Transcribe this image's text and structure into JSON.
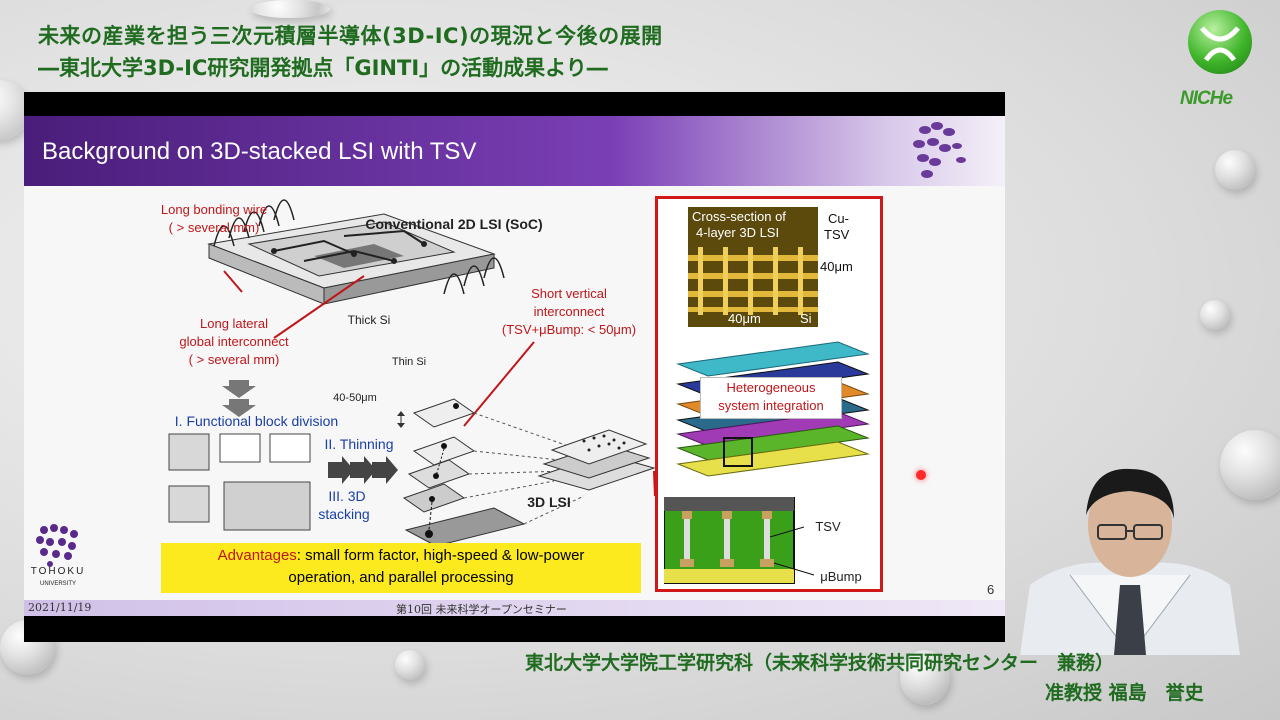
{
  "header": {
    "title": "未来の産業を担う三次元積層半導体(3D-IC)の現況と今後の展開",
    "subtitle": "―東北大学3D-IC研究開発拠点「GINTI」の活動成果より―"
  },
  "logo": {
    "text": "NICHe",
    "icon": "niche-logo-icon"
  },
  "slide": {
    "title": "Background on 3D-stacked LSI with TSV",
    "labels": {
      "long_bonding_wire": "Long bonding wire",
      "several_mm_1": "( > several mm)",
      "conventional": "Conventional 2D LSI (SoC)",
      "thick_si": "Thick Si",
      "long_lateral": "Long lateral",
      "global_interconnect": "global interconnect",
      "several_mm_2": "( > several mm)",
      "short_vertical": "Short vertical",
      "interconnect": "interconnect",
      "tsv_bump": "(TSV+μBump: < 50μm)",
      "thin_si": "Thin Si",
      "thickness": "40-50μm",
      "step1": "I. Functional block division",
      "step2": "II. Thinning",
      "step3a": "III. 3D",
      "step3b": "stacking",
      "lsi3d": "3D LSI",
      "xsec_title1": "Cross-section of",
      "xsec_title2": "4-layer 3D LSI",
      "cu": "Cu-",
      "tsv": "TSV",
      "forty_um_v": "40μm",
      "forty_um_h": "40μm",
      "si": "Si",
      "hetero1": "Heterogeneous",
      "hetero2": "system integration",
      "tsv_label": "TSV",
      "ubump": "μBump"
    },
    "advantages_key": "Advantages",
    "advantages_line1": ": small form factor, high-speed & low-power",
    "advantages_line2": "operation, and parallel processing",
    "university": "TOHOKU",
    "university_small": "UNIVERSITY",
    "date": "2021/11/19",
    "seminar": "第10回  未来科学オープンセミナー",
    "page": "6"
  },
  "footer": {
    "affiliation": "東北大学大学院工学研究科（未来科学技術共同研究センター　兼務）",
    "presenter": "准教授 福島　誉史"
  }
}
